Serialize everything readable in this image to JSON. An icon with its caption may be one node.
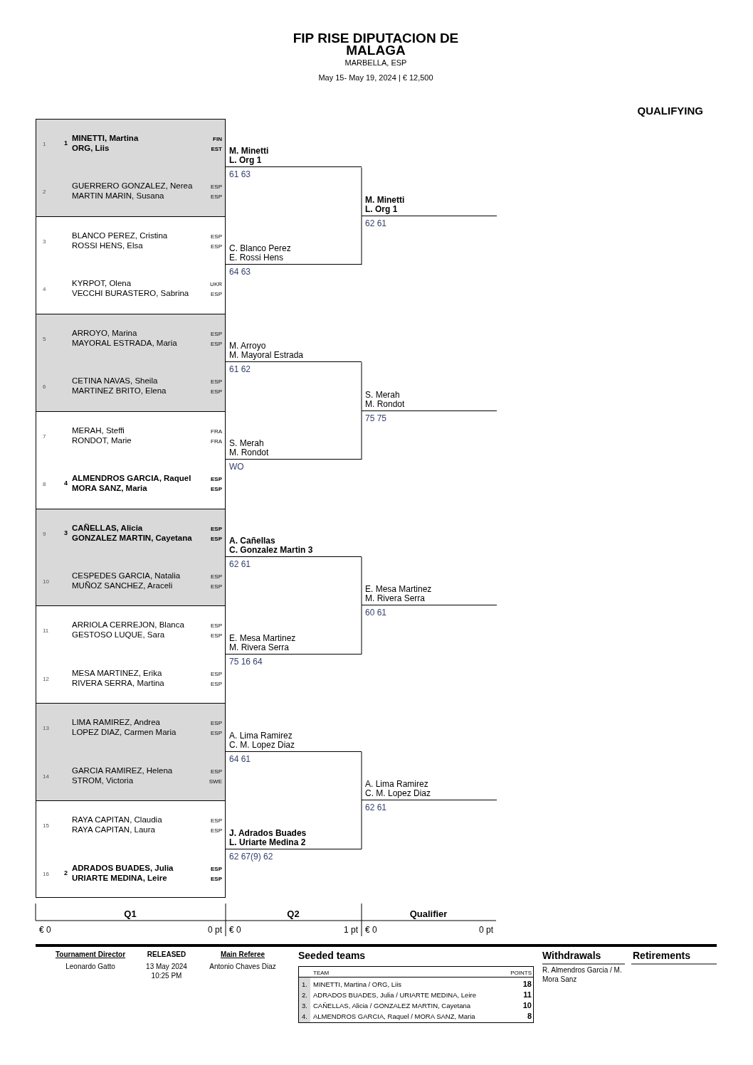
{
  "diagram": {
    "title": "FIP RISE DIPUTACION DE MALAGA",
    "nodes": [
      {
        "text": [
          "1",
          "1",
          "MINETTI, Martina",
          "FIN",
          "ORG, Liis",
          "EST"
        ]
      },
      {
        "text": [
          "2",
          "GUERRERO GONZALEZ, Nerea",
          "ESP",
          "MARTIN MARIN, Susana",
          "ESP"
        ]
      },
      {
        "text": [
          "3",
          "BLANCO PEREZ, Cristina",
          "ESP",
          "ROSSI HENS, Elsa",
          "ESP"
        ]
      },
      {
        "text": [
          "4",
          "KYRPOT, Olena",
          "UKR",
          "VECCHI BURASTERO, Sabrina",
          "ESP"
        ]
      },
      {
        "text": [
          "5",
          "ARROYO, Marina",
          "ESP",
          "MAYORAL ESTRADA, Maria",
          "ESP"
        ]
      },
      {
        "text": [
          "6",
          "CETINA NAVAS, Sheila",
          "ESP",
          "MARTINEZ BRITO, Elena",
          "ESP"
        ]
      },
      {
        "text": [
          "7",
          "MERAH, Steffi",
          "FRA",
          "RONDOT, Marie",
          "FRA"
        ]
      },
      {
        "text": [
          "8",
          "4",
          "ALMENDROS GARCIA, Raquel",
          "ESP",
          "MORA SANZ, Maria",
          "ESP"
        ]
      },
      {
        "text": [
          "9",
          "3",
          "CAÑELLAS, Alicia",
          "ESP",
          "GONZALEZ MARTIN, Cayetana",
          "ESP"
        ]
      },
      {
        "text": [
          "10",
          "CESPEDES GARCIA, Natalia",
          "ESP",
          "MUÑOZ SANCHEZ, Araceli",
          "ESP"
        ]
      },
      {
        "text": [
          "11",
          "ARRIOLA CERREJON, Blanca",
          "ESP",
          "GESTOSO LUQUE, Sara",
          "ESP"
        ]
      },
      {
        "text": [
          "12",
          "MESA MARTINEZ, Erika",
          "ESP",
          "RIVERA SERRA, Martina",
          "ESP"
        ]
      },
      {
        "text": [
          "13",
          "LIMA RAMIREZ, Andrea",
          "ESP",
          "LOPEZ DIAZ, Carmen Maria",
          "ESP"
        ]
      },
      {
        "text": [
          "14",
          "GARCIA RAMIREZ, Helena",
          "ESP",
          "STROM, Victoria",
          "SWE"
        ]
      },
      {
        "text": [
          "15",
          "RAYA CAPITAN, Claudia",
          "ESP",
          "RAYA CAPITAN, Laura",
          "ESP"
        ]
      },
      {
        "text": [
          "16",
          "2",
          "ADRADOS BUADES, Julia",
          "ESP",
          "URIARTE MEDINA, Leire",
          "ESP"
        ]
      },
      {
        "text": [
          "M. Minetti",
          "L. Org 1"
        ],
        "beside": [
          "61 63"
        ]
      },
      {
        "text": [
          "C. Blanco Perez",
          "E. Rossi Hens"
        ],
        "beside": [
          "64 63"
        ]
      },
      {
        "text": [
          "M. Arroyo",
          "M. Mayoral Estrada"
        ],
        "beside": [
          "61 62"
        ]
      },
      {
        "text": [
          "S. Merah",
          "M. Rondot"
        ],
        "beside": [
          "WO"
        ]
      },
      {
        "text": [
          "A. Cañellas",
          "C. Gonzalez Martin 3"
        ],
        "beside": [
          "62 61"
        ]
      },
      {
        "text": [
          "E. Mesa Martinez",
          "M. Rivera Serra"
        ],
        "beside": [
          "75 16 64"
        ]
      },
      {
        "text": [
          "A. Lima Ramirez",
          "C. M. Lopez Diaz"
        ],
        "beside": [
          "64 61"
        ]
      },
      {
        "text": [
          "J. Adrados Buades",
          "L. Uriarte Medina 2"
        ],
        "beside": [
          "62 67(9) 62"
        ]
      },
      {
        "text": [
          "M. Minetti",
          "L. Org 1"
        ],
        "beside": [
          "62 61"
        ]
      },
      {
        "text": [
          "S. Merah",
          "M. Rondot"
        ],
        "beside": [
          "75 75"
        ]
      },
      {
        "text": [
          "E. Mesa Martinez",
          "M. Rivera Serra"
        ],
        "beside": [
          "60 61"
        ]
      },
      {
        "text": [
          "A. Lima Ramirez",
          "C. M. Lopez Diaz"
        ],
        "beside": [
          "62 61"
        ]
      }
    ],
    "edges": [
      {
        "from": 16,
        "to": 24,
        "arrow": "none"
      },
      {
        "from": 17,
        "to": 24,
        "arrow": "none"
      },
      {
        "from": 18,
        "to": 25,
        "arrow": "none"
      },
      {
        "from": 19,
        "to": 25,
        "arrow": "none"
      },
      {
        "from": 20,
        "to": 26,
        "arrow": "none"
      },
      {
        "from": 21,
        "to": 26,
        "arrow": "none"
      },
      {
        "from": 22,
        "to": 27,
        "arrow": "none"
      },
      {
        "from": 23,
        "to": 27,
        "arrow": "none"
      }
    ],
    "labels": [
      "MARBELLA, ESP",
      "May 15- May 19, 2024 | € 12,500",
      "QUALIFYING",
      "Q1",
      "Q2",
      "Qualifier",
      "€ 0",
      "0 pt",
      "€ 0",
      "1 pt",
      "€ 0",
      "0 pt",
      "Tournament Director",
      "Leonardo Gatto",
      "RELEASED",
      "13 May 2024 10:25 PM",
      "Main Referee",
      "Antonio Chaves Diaz",
      "Seeded teams",
      "TEAM",
      "POINTS",
      "1.",
      "MINETTI, Martina / ORG, Liis",
      "18",
      "2.",
      "ADRADOS BUADES, Julia / URIARTE MEDINA, Leire",
      "11",
      "3.",
      "CAÑELLAS, Alicia / GONZALEZ MARTIN, Cayetana",
      "10",
      "4.",
      "ALMENDROS GARCIA, Raquel / MORA SANZ, Maria",
      "8",
      "Withdrawals",
      "R. Almendros Garcia / M. Mora Sanz",
      "Retirements"
    ]
  }
}
